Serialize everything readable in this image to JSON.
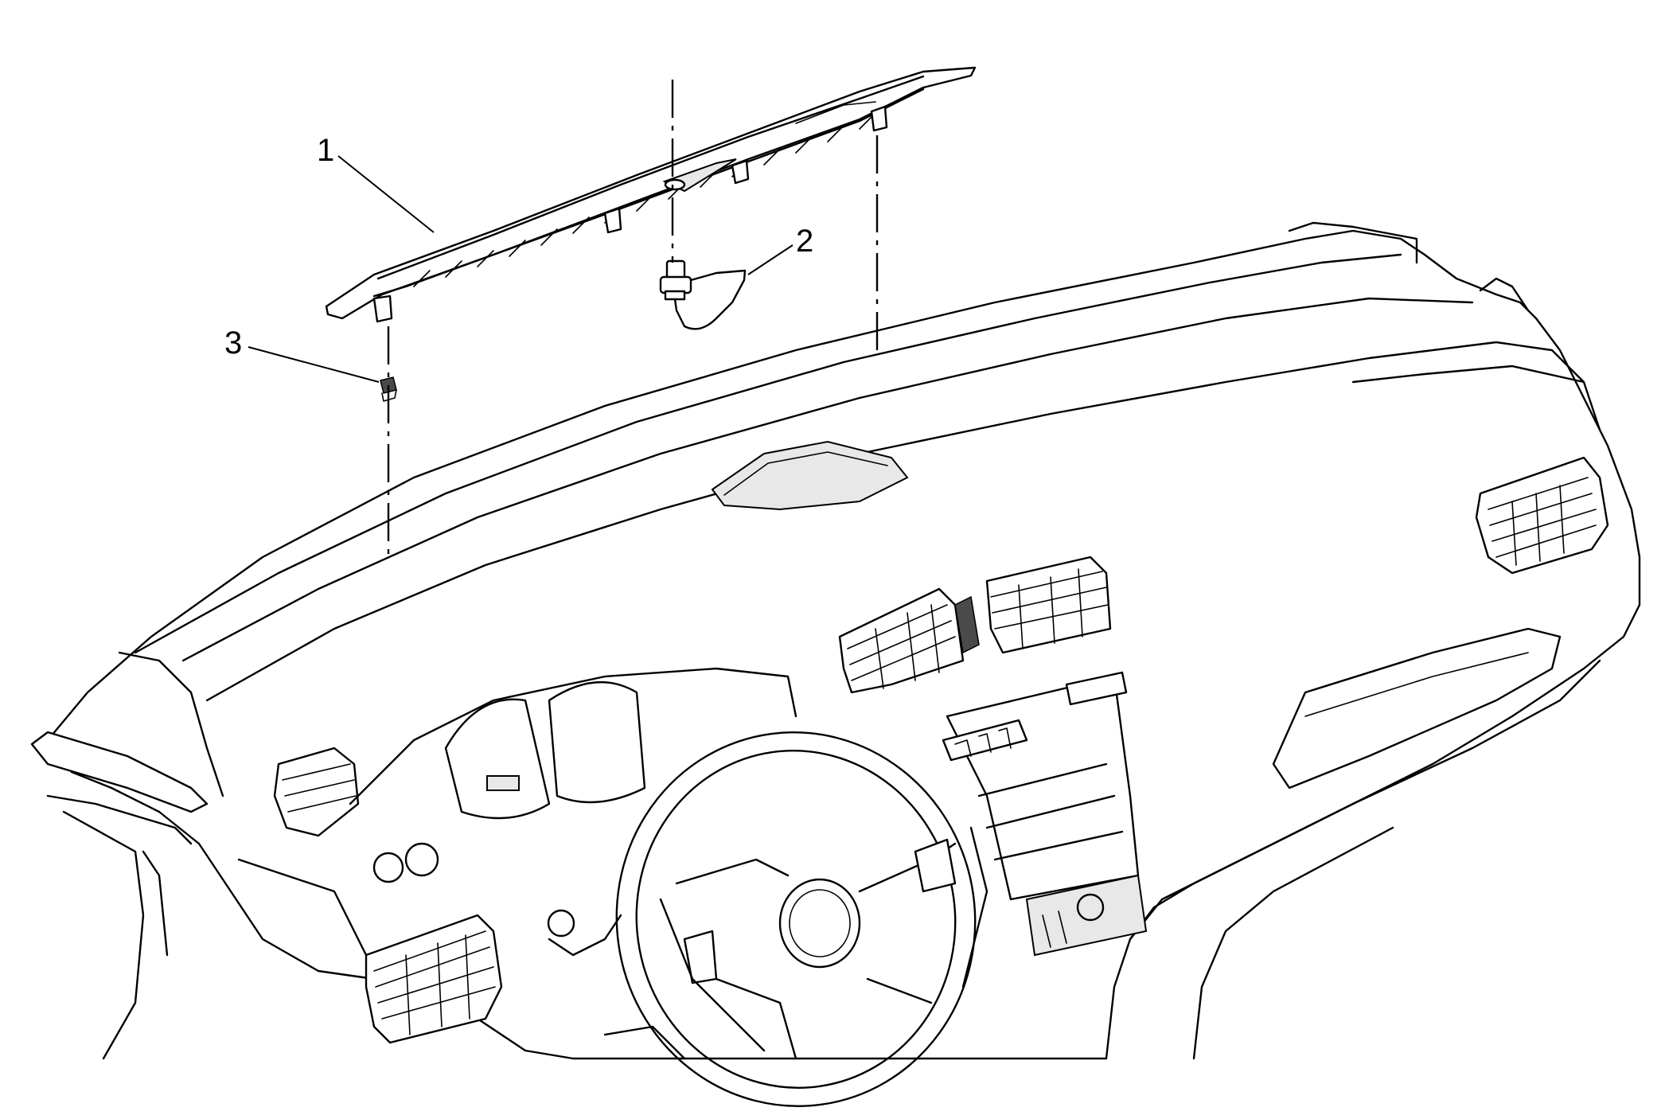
{
  "figure": {
    "callouts": [
      {
        "id": "1",
        "label": "1"
      },
      {
        "id": "2",
        "label": "2"
      },
      {
        "id": "3",
        "label": "3"
      }
    ]
  },
  "colors": {
    "line": "#000000",
    "background": "#ffffff",
    "shade": "#e8e8e8"
  }
}
